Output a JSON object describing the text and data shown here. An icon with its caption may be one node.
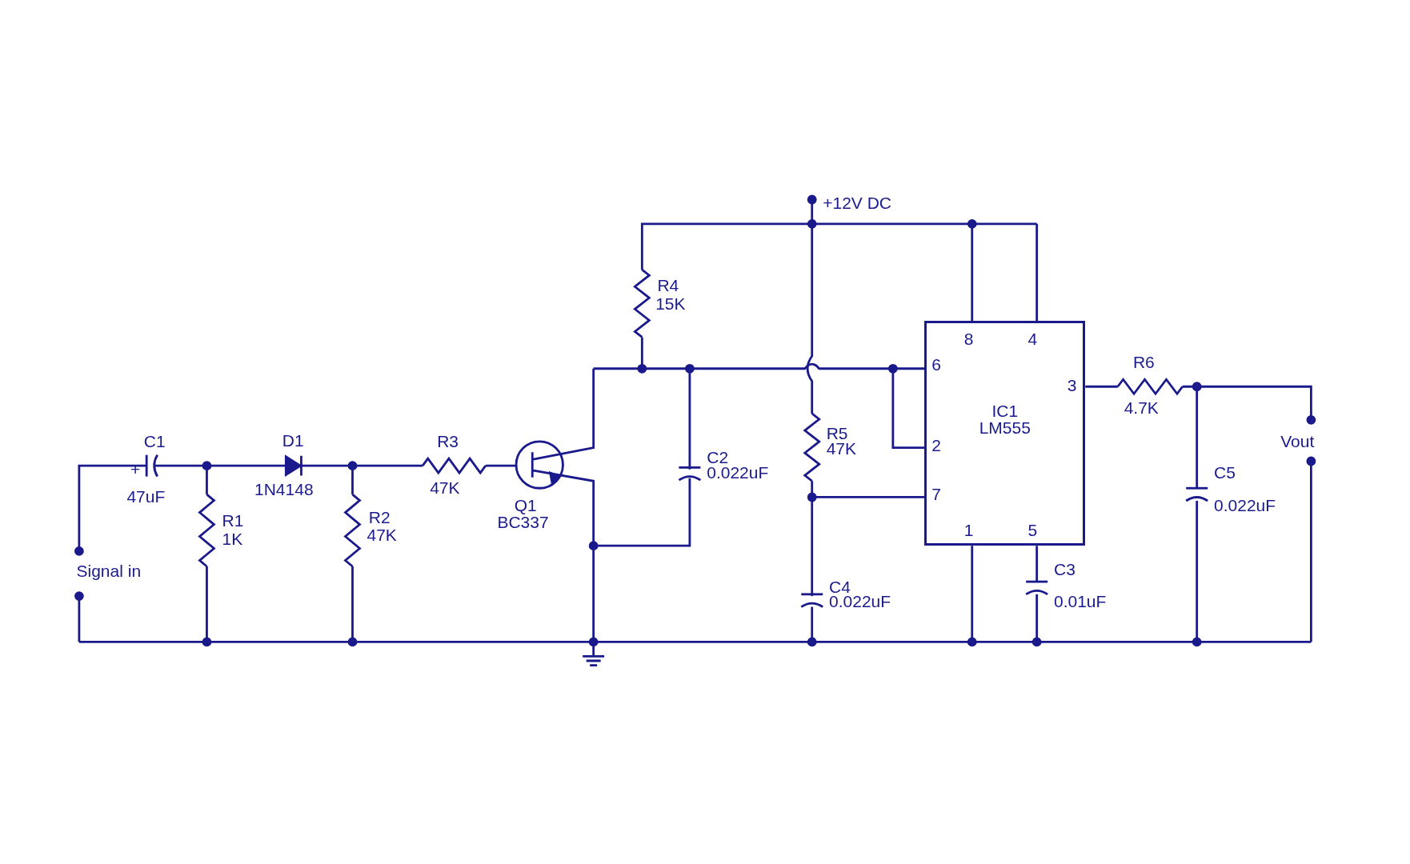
{
  "diagram": {
    "nodes": [
      {
        "text": [
          "IC1",
          "LM555"
        ]
      }
    ],
    "labels": [
      "+12V DC",
      "R4",
      "15K",
      "8",
      "4",
      "6",
      "R6",
      "3",
      "4.7K",
      "R5",
      "C1",
      "D1",
      "R3",
      "47K",
      "2",
      "Vout",
      "C2",
      "+",
      "0.022uF",
      "C5",
      "47uF",
      "1N4148",
      "47K",
      "7",
      "Q1",
      "0.022uF",
      "R1",
      "R2",
      "BC337",
      "1",
      "5",
      "1K",
      "47K",
      "Signal in",
      "C3",
      "C4",
      "0.022uF",
      "0.01uF"
    ]
  }
}
